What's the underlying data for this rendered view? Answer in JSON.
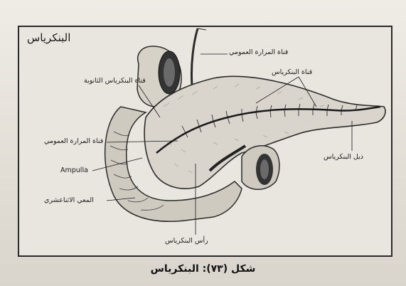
{
  "figure": {
    "title": "البنكرياس",
    "caption": "شكل (٧٣): البنكرياس"
  },
  "labels": {
    "common_bile_duct_top": "قناة المرارة العمومي",
    "pancreatic_duct": "قناة البنكرياس",
    "accessory_duct": "قناة البنكرياس الثانوية",
    "common_bile_duct_mid": "قناة المرارة العمومي",
    "ampulla": "Ampulla",
    "duodenum": "المعي الاثناعشري",
    "head": "رأس البنكرياس",
    "tail": "ذيل البنكرياس"
  }
}
